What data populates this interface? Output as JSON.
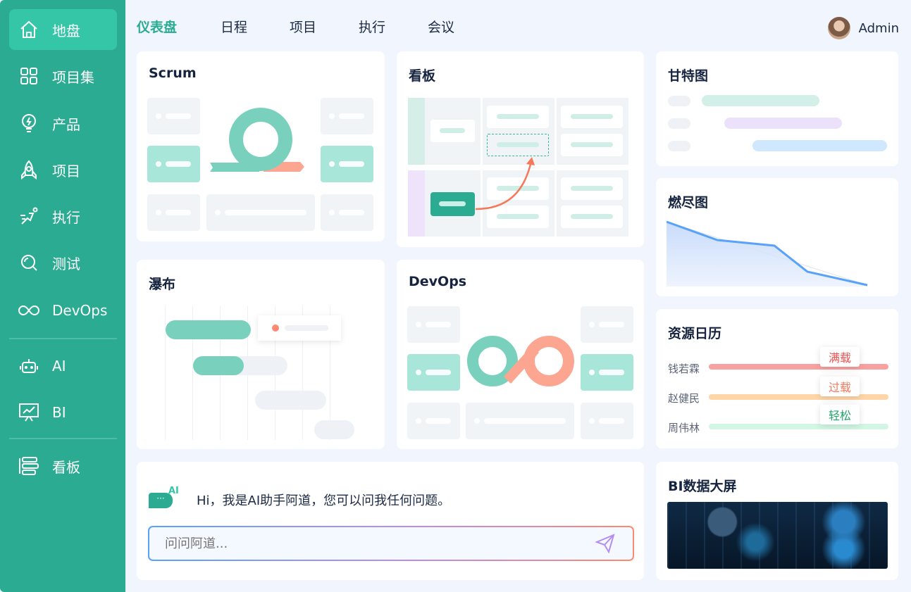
{
  "sidebar": {
    "items": [
      {
        "label": "地盘",
        "icon": "home-icon"
      },
      {
        "label": "项目集",
        "icon": "grid-icon"
      },
      {
        "label": "产品",
        "icon": "lightbulb-icon"
      },
      {
        "label": "项目",
        "icon": "rocket-icon"
      },
      {
        "label": "执行",
        "icon": "running-icon"
      },
      {
        "label": "测试",
        "icon": "search-icon"
      },
      {
        "label": "DevOps",
        "icon": "infinity-icon"
      },
      {
        "label": "AI",
        "icon": "robot-icon"
      },
      {
        "label": "BI",
        "icon": "chart-board-icon"
      },
      {
        "label": "看板",
        "icon": "kanban-icon"
      }
    ]
  },
  "topnav": [
    "仪表盘",
    "日程",
    "项目",
    "执行",
    "会议"
  ],
  "user": {
    "name": "Admin"
  },
  "cards": {
    "scrum": "Scrum",
    "kanban": "看板",
    "gantt": "甘特图",
    "burndown": "燃尽图",
    "waterfall": "瀑布",
    "devops": "DevOps",
    "resource": "资源日历",
    "bi": "BI数据大屏"
  },
  "resource": [
    {
      "name": "钱若霖",
      "status": "满载",
      "bar": "#f9a0a0",
      "color": "#f05050"
    },
    {
      "name": "赵健民",
      "status": "过载",
      "bar": "#fdd5a6",
      "color": "#f5785a"
    },
    {
      "name": "周伟林",
      "status": "轻松",
      "bar": "#d2f6e4",
      "color": "#21a46c"
    }
  ],
  "ai": {
    "badge": "AI",
    "greeting": "Hi，我是AI助手阿道，您可以问我任何问题。",
    "placeholder": "问问阿道..."
  },
  "colors": {
    "sidebar": "#2bab92",
    "active": "#35c6a8",
    "bg": "#f0f5fe"
  }
}
